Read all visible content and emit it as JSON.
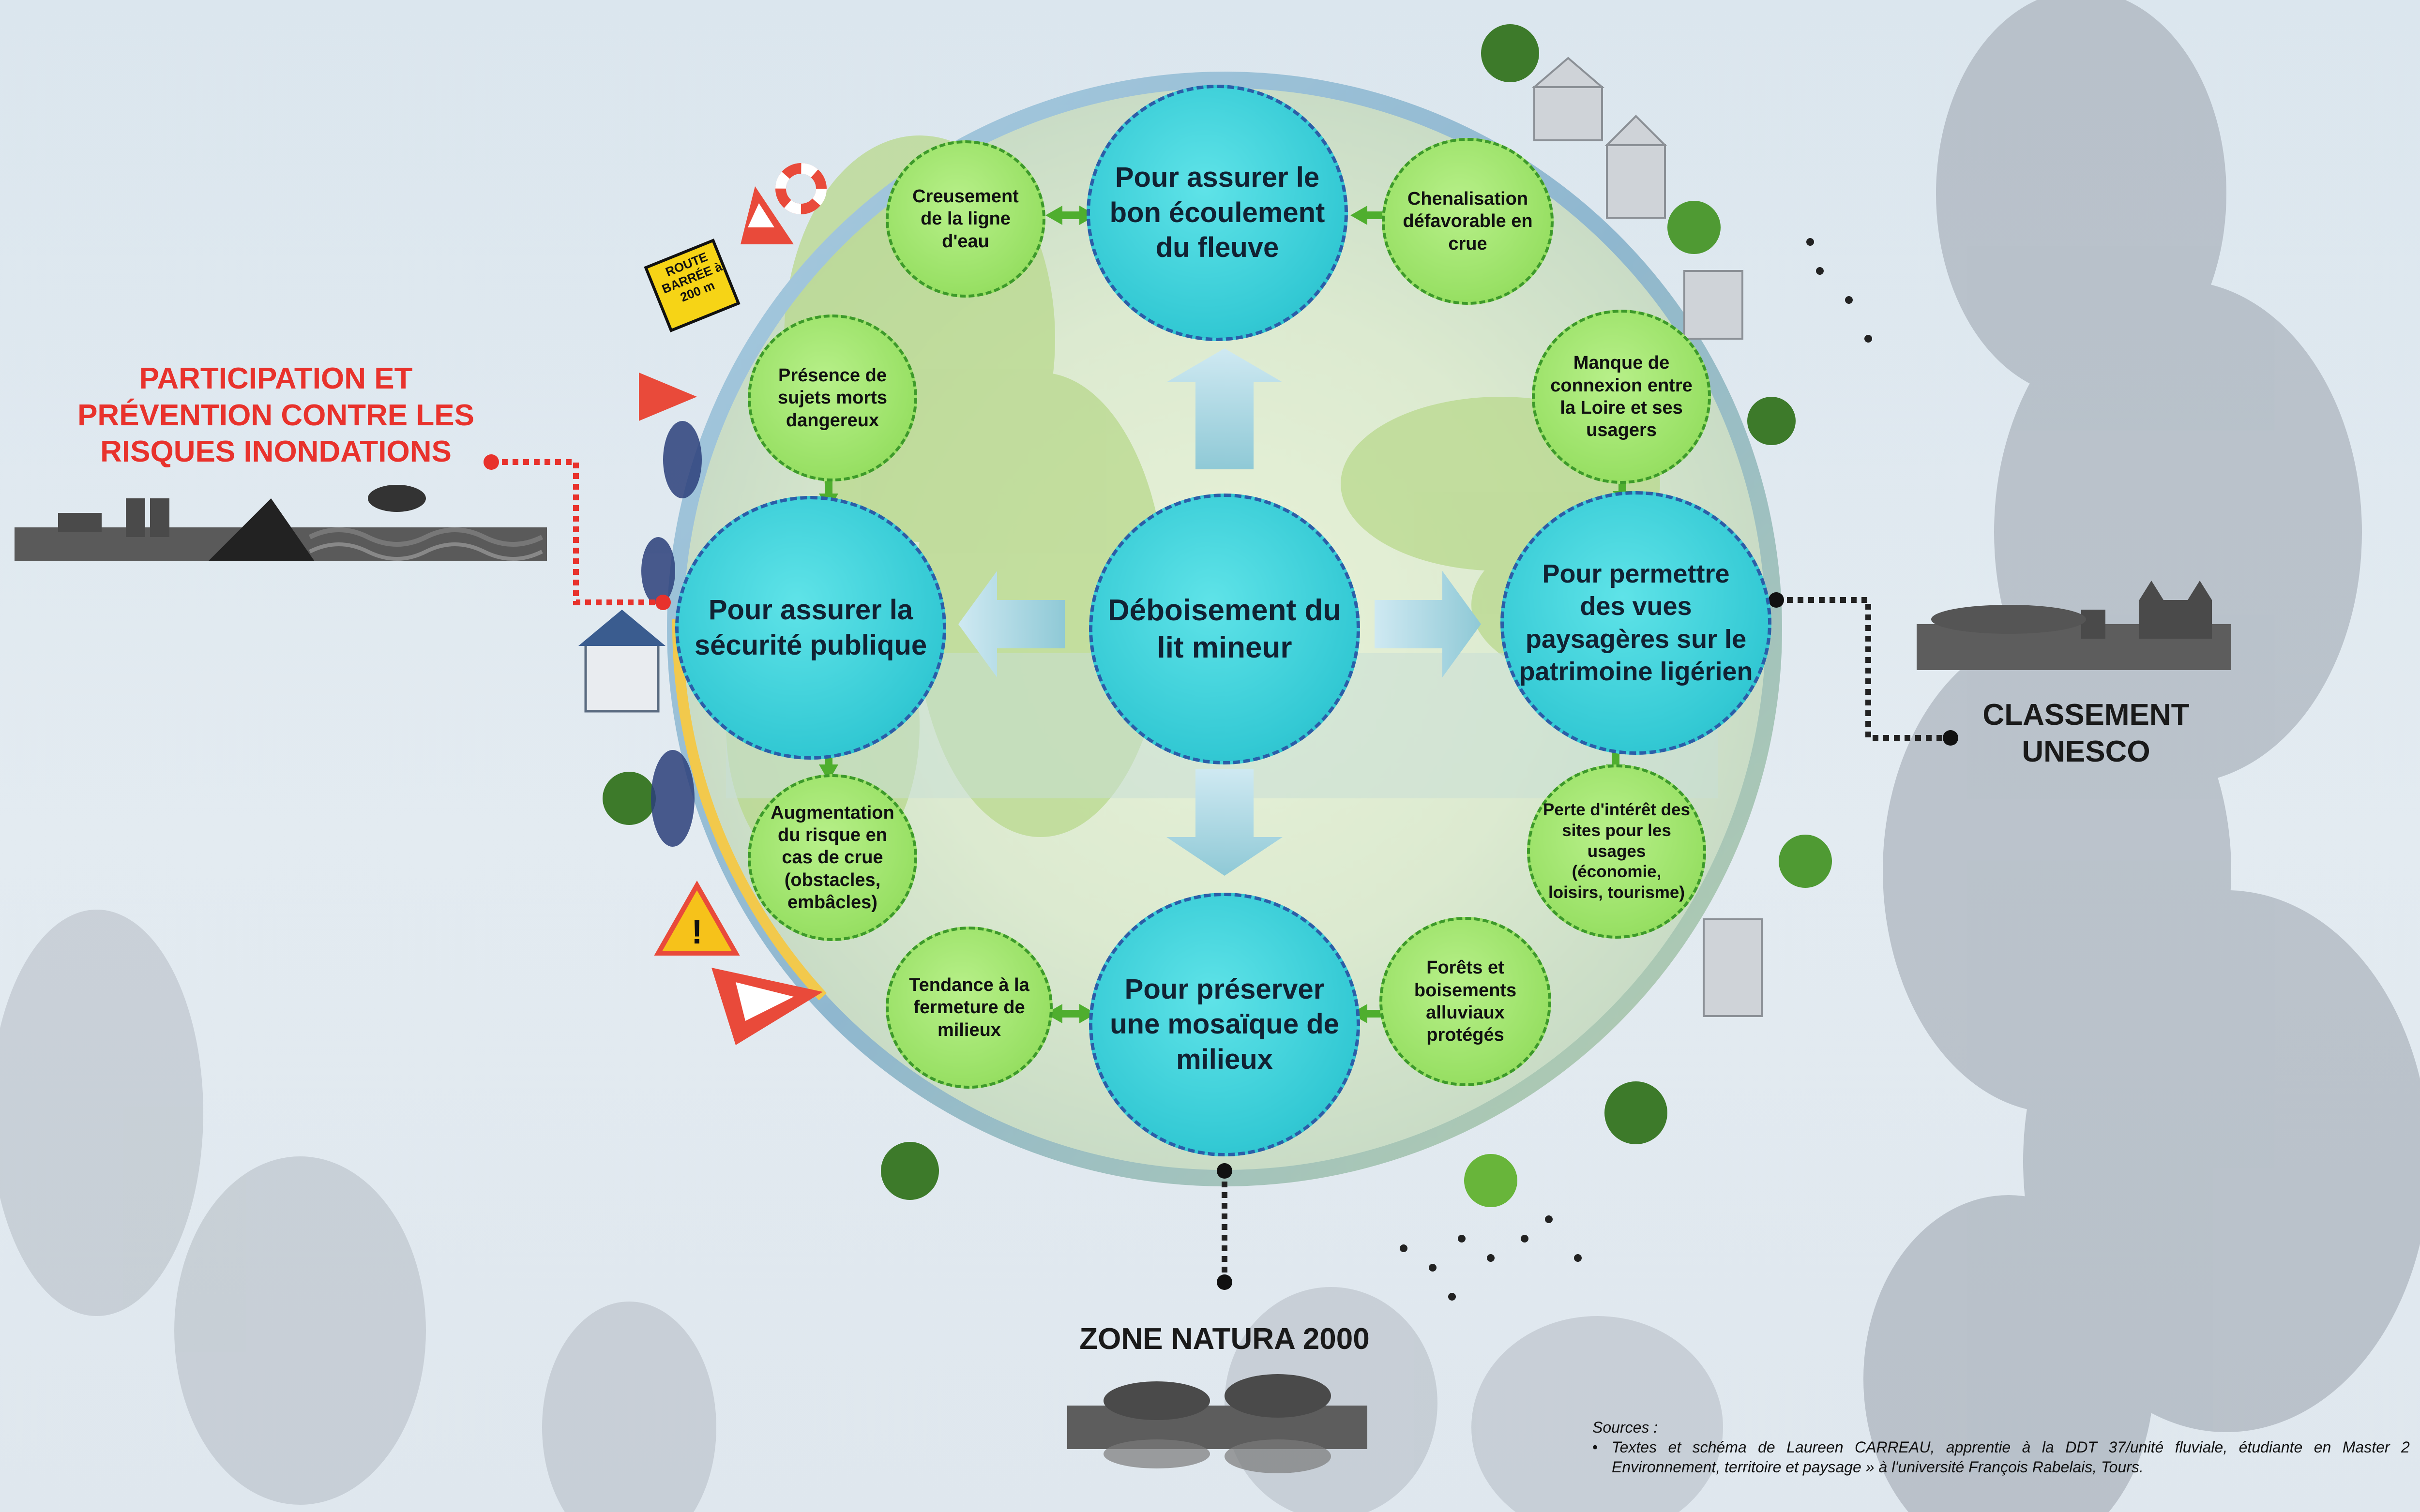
{
  "diagram": {
    "center": "Déboisement du lit mineur",
    "main_nodes": {
      "top": "Pour assurer le bon écoulement du fleuve",
      "left": "Pour assurer la sécurité publique",
      "right": "Pour permettre des vues paysagères sur le patrimoine ligérien",
      "bottom": "Pour préserver une mosaïque de milieux"
    },
    "sub_nodes": {
      "top_left": "Creusement de la ligne d'eau",
      "top_right": "Chenalisation défavorable en crue",
      "left_top": "Présence de sujets morts dangereux",
      "left_bottom": "Augmentation du risque en cas de crue (obstacles, embâcles)",
      "right_top": "Manque de connexion entre la Loire et ses usagers",
      "right_bottom": "Perte d'intérêt des sites pour les usages (économie, loisirs, tourisme)",
      "bottom_left": "Tendance à la fermeture de milieux",
      "bottom_right": "Forêts et boisements alluviaux protégés"
    }
  },
  "outer_labels": {
    "left_title": "PARTICIPATION ET PRÉVENTION CONTRE LES RISQUES INONDATIONS",
    "right_title": "CLASSEMENT UNESCO",
    "bottom_title": "ZONE NATURA 2000"
  },
  "road_sign": "ROUTE BARRÉE à 200 m",
  "sources": {
    "heading": "Sources :",
    "text": "Textes et schéma de Laureen CARREAU, apprentie à la DDT 37/unité fluviale, étudiante en Master 2 « Environnement, territoire et paysage » à l'université François Rabelais, Tours."
  },
  "colors": {
    "main_fill": "#33c9d4",
    "main_border": "#2a5ea8",
    "sub_fill": "#98e064",
    "sub_border": "#3d9a2a",
    "left_accent": "#e8322c",
    "ring": "#8fb7cf"
  },
  "icons": [
    "city-skyline-icon",
    "castle-skyline-icon",
    "forest-reflection-icon",
    "lifebuoy-icon",
    "road-sign-icon",
    "traffic-cone-icon"
  ]
}
